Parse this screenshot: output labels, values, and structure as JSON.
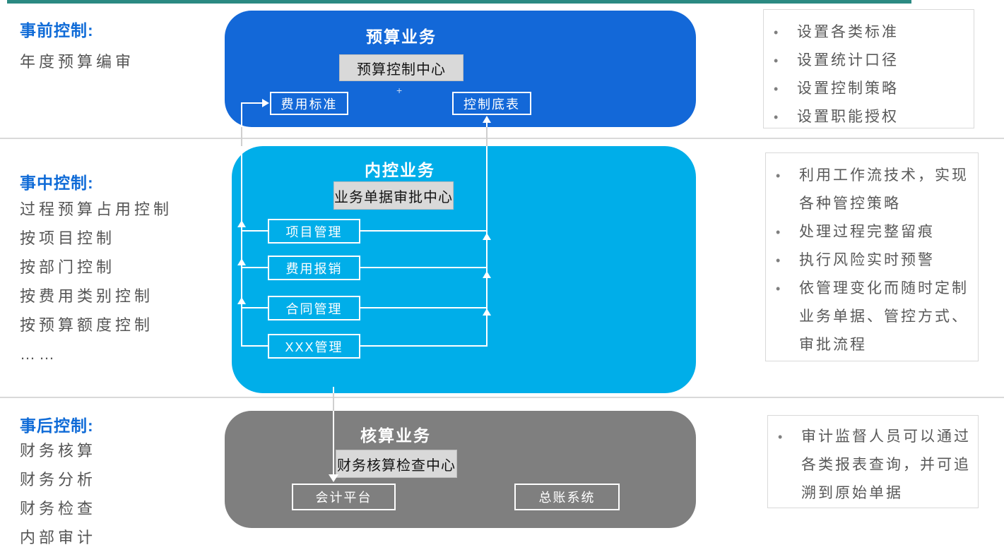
{
  "colors": {
    "budget_blue": "#1368d8",
    "control_cyan": "#00aee9",
    "accounting_gray": "#7f7f7f",
    "heading_blue": "#0f6bd7",
    "body_text": "#595959",
    "center_box_bg": "#d9d9d9",
    "panel_border": "#d9d9d9",
    "connector": "#ffffff",
    "top_bar_teal": "#2b8a82"
  },
  "left_column": {
    "pre": {
      "heading": "事前控制:",
      "items": [
        "年度预算编审"
      ]
    },
    "mid": {
      "heading": "事中控制:",
      "items": [
        "过程预算占用控制",
        "按项目控制",
        "按部门控制",
        "按费用类别控制",
        "按预算额度控制",
        "……"
      ]
    },
    "post": {
      "heading": "事后控制:",
      "items": [
        "财务核算",
        "财务分析",
        "财务检查",
        "内部审计"
      ]
    }
  },
  "diagram": {
    "budget": {
      "title": "预算业务",
      "center_box": "预算控制中心",
      "left_box": "费用标准",
      "right_box": "控制底表",
      "plus_mark": "+"
    },
    "internal_control": {
      "title": "内控业务",
      "center_box": "业务单据审批中心",
      "boxes": [
        "项目管理",
        "费用报销",
        "合同管理",
        "XXX管理"
      ]
    },
    "accounting": {
      "title": "核算业务",
      "center_box": "财务核算检查中心",
      "left_box": "会计平台",
      "right_box": "总账系统"
    }
  },
  "right_panels": {
    "pre": {
      "bullets": [
        "设置各类标准",
        "设置统计口径",
        "设置控制策略",
        "设置职能授权"
      ]
    },
    "mid": {
      "bullets": [
        "利用工作流技术，实现各种管控策略",
        "处理过程完整留痕",
        "执行风险实时预警",
        "依管理变化而随时定制业务单据、管控方式、审批流程"
      ]
    },
    "post": {
      "bullets": [
        "审计监督人员可以通过各类报表查询，并可追溯到原始单据"
      ]
    }
  }
}
